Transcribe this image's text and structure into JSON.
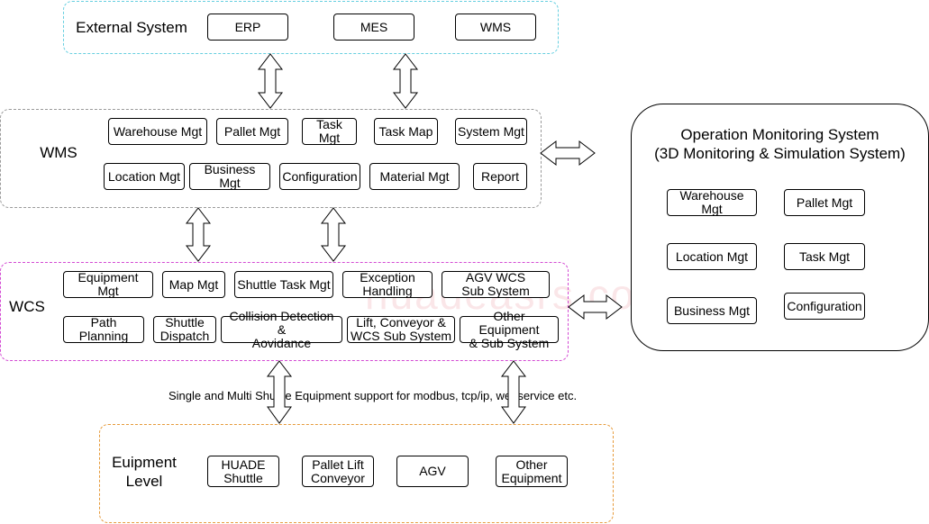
{
  "groups": {
    "external": {
      "label": "External System",
      "color": "#66cfe0"
    },
    "wms": {
      "label": "WMS",
      "color": "#9a9a9a"
    },
    "wcs": {
      "label": "WCS",
      "color": "#d34ad3"
    },
    "equipment": {
      "label": "Euipment\nLevel",
      "color": "#e69a3a"
    },
    "ops": {
      "label": "Operation Monitoring System\n(3D Monitoring & Simulation System)"
    }
  },
  "external_nodes": [
    "ERP",
    "MES",
    "WMS"
  ],
  "wms_nodes": {
    "row1": [
      "Warehouse Mgt",
      "Pallet Mgt",
      "Task Mgt",
      "Task Map",
      "System Mgt"
    ],
    "row2": [
      "Location Mgt",
      "Business Mgt",
      "Configuration",
      "Material Mgt",
      "Report"
    ]
  },
  "wcs_nodes": {
    "row1": [
      "Equipment Mgt",
      "Map Mgt",
      "Shuttle Task Mgt",
      "Exception\nHandling",
      "AGV WCS\nSub System"
    ],
    "row2": [
      "Path Planning",
      "Shuttle\nDispatch",
      "Collision Detection &\nAovidance",
      "Lift, Conveyor &\nWCS Sub System",
      "Other Equipment\n& Sub System"
    ]
  },
  "equipment_nodes": [
    "HUADE\nShuttle",
    "Pallet Lift\nConveyor",
    "AGV",
    "Other\nEquipment"
  ],
  "ops_nodes": [
    "Warehouse\nMgt",
    "Pallet Mgt",
    "Location Mgt",
    "Task Mgt",
    "Business Mgt",
    "Configuration"
  ],
  "protocol_note": "Single and Multi Shuttle Equipment support for modbus, tcp/ip, webservice etc.",
  "watermark": "huadeasrs.com"
}
